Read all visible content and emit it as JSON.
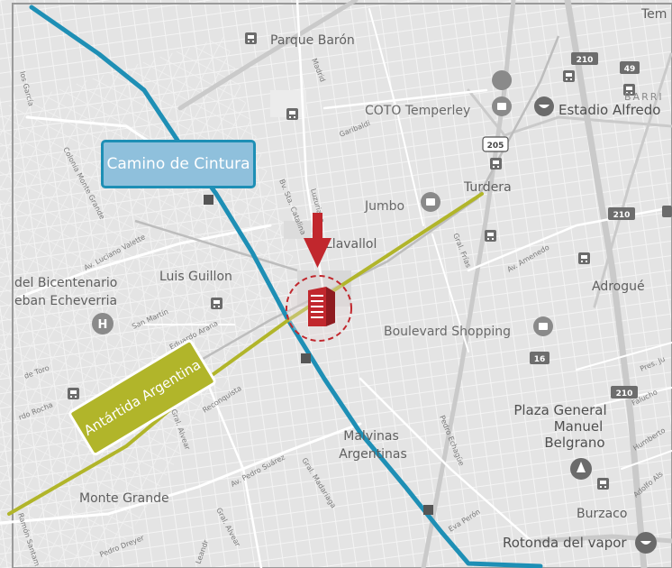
{
  "labels": {
    "tem": "Tem",
    "parque_baron": "Parque Barón",
    "coto": "COTO Temperley",
    "estadio": "Estadio Alfredo",
    "barrio": "BARRI",
    "turdera": "Turdera",
    "jumbo": "Jumbo",
    "llavallol": "Llavallol",
    "adrogue": "Adrogué",
    "luis_guillon": "Luis Guillon",
    "bicentenario": "del Bicentenario",
    "echeverria": "eban Echeverria",
    "boulevard": "Boulevard Shopping",
    "plaza_general_1": "Plaza General",
    "plaza_general_2": "Manuel",
    "plaza_general_3": "Belgrano",
    "malvinas_1": "Malvinas",
    "malvinas_2": "Argentinas",
    "monte_grande": "Monte Grande",
    "burzaco": "Burzaco",
    "rotonda": "Rotonda del vapor"
  },
  "streets": {
    "garcia": "los García",
    "madrid": "Madrid",
    "garibaldi": "Garibaldi",
    "luzuriaga": "Luzuriaga",
    "sta_catalina": "Bv. Sta. Catalina",
    "colonia": "Colonia Monte Grande",
    "luciano": "Av. Luciano Valette",
    "san_martin": "San Martín",
    "eduardo_arana": "Eduardo Arana",
    "gral_frias": "Gral. Frías",
    "amenedo": "Av. Amenedo",
    "pres_ju": "Pres. Ju",
    "falucho": "Falucho",
    "humberto": "Humberto",
    "adolfo": "Adolfo Als",
    "toro": "de Toro",
    "rocha": "rdo Rocha",
    "reconquista": "Reconquista",
    "alvear1": "Gral. Alvear",
    "pedro_suarez": "Av. Pedro Suárez",
    "madariaga": "Gral. Madariaga",
    "echague": "Pedro Echagüe",
    "eva_peron": "Eva Perón",
    "alvear2": "Gral. Alvear",
    "dreyer": "Pedro Dreyer",
    "leandro": "Leandr",
    "ramon": "Ramón Santam"
  },
  "route_shields": {
    "r210a": "210",
    "r49": "49",
    "r205": "205",
    "r210b": "210",
    "r16": "16",
    "r210c": "210"
  },
  "callouts": {
    "camino": "Camino de Cintura",
    "antartida": "Antártida Argentina"
  },
  "icons": {
    "building_marker": "building-icon",
    "down_arrow": "arrow-down-icon",
    "transit": "train-station-icon",
    "shopping": "shopping-bag-icon",
    "hospital": "hospital-icon",
    "stadium": "stadium-icon",
    "monument": "monument-icon"
  },
  "colors": {
    "map_bg": "#e4e4e4",
    "road": "#ffffff",
    "highway": "#c9c9c9",
    "camino_route": "#1e8fb5",
    "antartida_route": "#b1b52a",
    "marker_red": "#c1272d",
    "poi_gray": "#6b6b6b"
  }
}
